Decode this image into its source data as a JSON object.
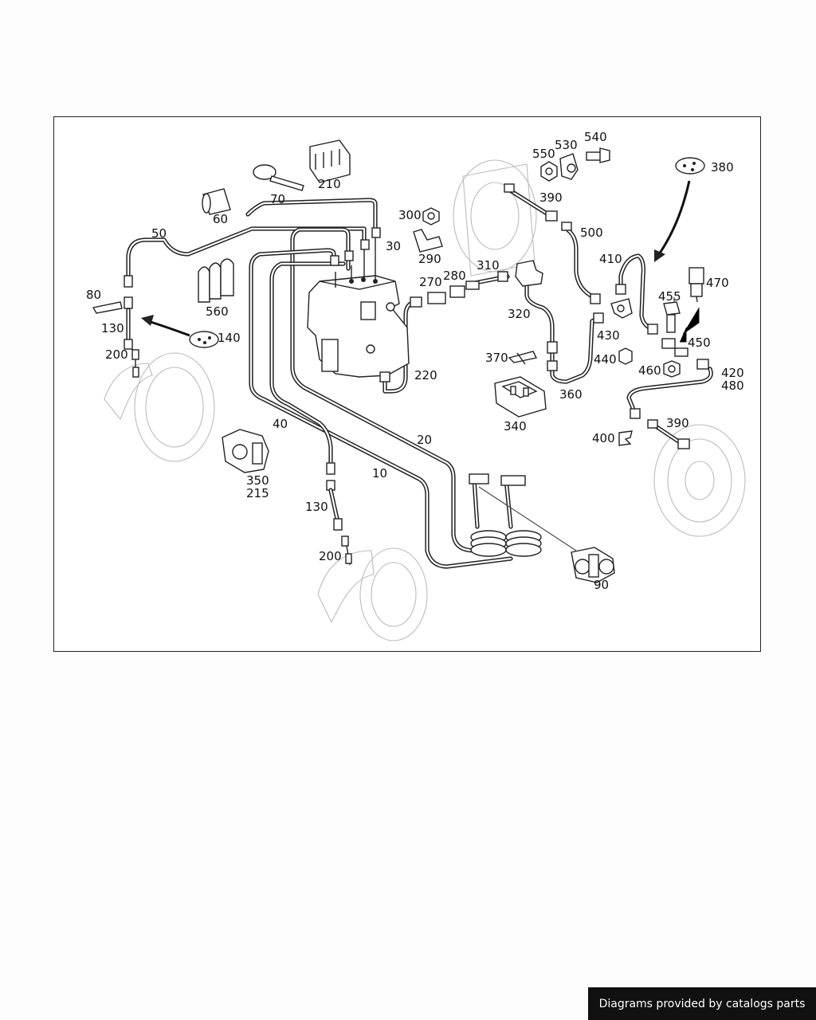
{
  "credit": "Diagrams provided by catalogs parts",
  "part_labels": {
    "p10": "10",
    "p20": "20",
    "p30": "30",
    "p40": "40",
    "p50": "50",
    "p60": "60",
    "p70": "70",
    "p80": "80",
    "p90": "90",
    "p130a": "130",
    "p130b": "130",
    "p140": "140",
    "p200a": "200",
    "p200b": "200",
    "p210": "210",
    "p215": "215",
    "p220": "220",
    "p270": "270",
    "p280": "280",
    "p290": "290",
    "p300": "300",
    "p310": "310",
    "p320": "320",
    "p340": "340",
    "p350": "350",
    "p360": "360",
    "p370": "370",
    "p380": "380",
    "p390a": "390",
    "p390b": "390",
    "p400": "400",
    "p410": "410",
    "p420": "420",
    "p430": "430",
    "p440": "440",
    "p450": "450",
    "p455": "455",
    "p460": "460",
    "p470": "470",
    "p480": "480",
    "p500": "500",
    "p530": "530",
    "p540": "540",
    "p550": "550",
    "p560": "560"
  }
}
